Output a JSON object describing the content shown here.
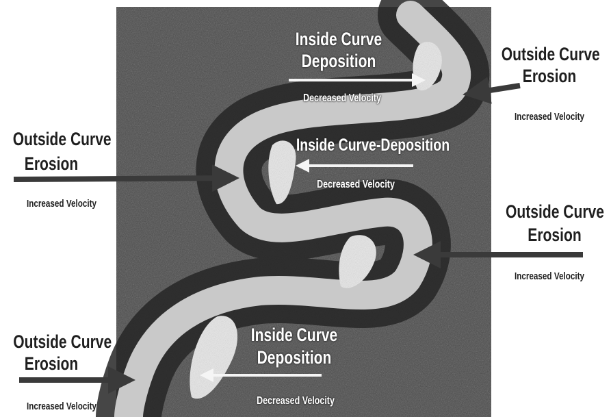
{
  "labels": {
    "inside_top_title_1": "Inside Curve",
    "inside_top_title_2": "Deposition",
    "inside_top_velocity": "Decreased Velocity",
    "inside_mid_title": "Inside Curve-Deposition",
    "inside_mid_velocity": "Decreased Velocity",
    "inside_bottom_title_1": "Inside Curve",
    "inside_bottom_title_2": "Deposition",
    "inside_bottom_velocity": "Decreased Velocity",
    "outside_top_right_title_1": "Outside Curve",
    "outside_top_right_title_2": "Erosion",
    "outside_top_right_velocity": "Increased Velocity",
    "outside_left_title_1": "Outside Curve",
    "outside_left_title_2": "Erosion",
    "outside_left_velocity": "Increased Velocity",
    "outside_mid_right_title_1": "Outside Curve",
    "outside_mid_right_title_2": "Erosion",
    "outside_mid_right_velocity": "Increased Velocity",
    "outside_bottom_left_title_1": "Outside Curve",
    "outside_bottom_left_title_2": "Erosion",
    "outside_bottom_left_velocity": "Increased Velocity"
  },
  "colors": {
    "background": "#ffffff",
    "ground": "#4a4a4a",
    "riverbank": "#262626",
    "river_water": "#c9c9c9",
    "sand_deposit": "#ececec",
    "arrow_dark": "#3a3a3a",
    "arrow_white": "#f5f5f5"
  }
}
